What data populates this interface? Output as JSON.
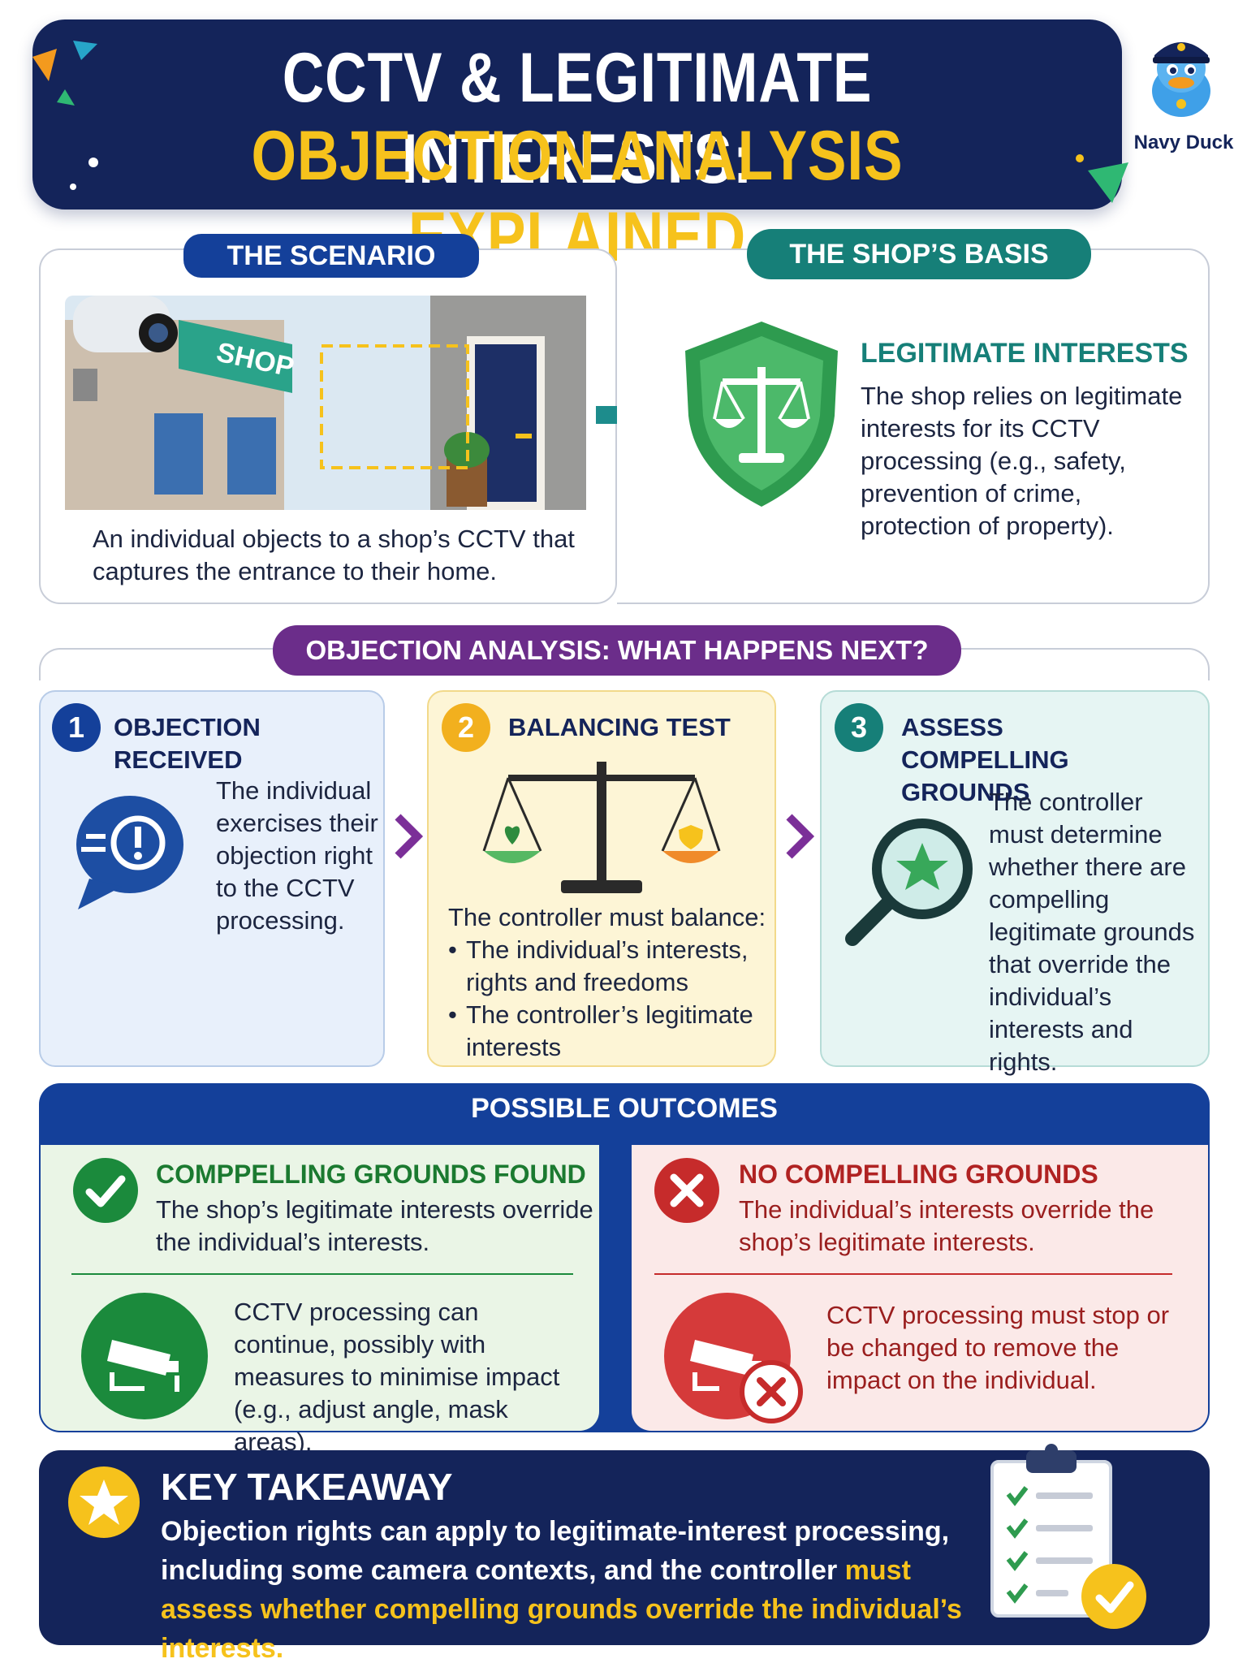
{
  "header": {
    "title_line1": "CCTV & LEGITIMATE INTERESTS:",
    "title_line2": "OBJECTION ANALYSIS EXPLAINED",
    "brand": "Navy Duck"
  },
  "scenario": {
    "label": "THE SCENARIO",
    "shop_sign": "SHOP",
    "text": "An individual objects to a shop’s CCTV that captures the entrance to their home."
  },
  "basis": {
    "label": "THE SHOP’S BASIS",
    "heading": "LEGITIMATE INTERESTS",
    "text": "The shop relies on legitimate interests for its CCTV processing (e.g., safety, prevention of crime, protection of property)."
  },
  "analysis": {
    "label": "OBJECTION ANALYSIS: WHAT HAPPENS NEXT?",
    "steps": [
      {
        "num": "1",
        "title": "OBJECTION RECEIVED",
        "text": "The individual exercises their objection right to the CCTV processing."
      },
      {
        "num": "2",
        "title": "BALANCING TEST",
        "intro": "The controller must balance:",
        "bullets": [
          "The individual’s interests, rights and freedoms",
          "The controller’s legitimate interests"
        ]
      },
      {
        "num": "3",
        "title": "ASSESS COMPELLING GROUNDS",
        "text": "The controller must determine whether there are compelling legitimate grounds that override the individual’s interests and rights."
      }
    ]
  },
  "outcomes": {
    "label": "POSSIBLE OUTCOMES",
    "found": {
      "title": "COMPPELLING GROUNDS FOUND",
      "text": "The shop’s legitimate interests override the individual’s interests.",
      "result": "CCTV processing can continue, possibly with measures to minimise impact (e.g., adjust angle, mask areas)."
    },
    "none": {
      "title": "NO COMPELLING GROUNDS",
      "text": "The individual’s interests override the shop’s legitimate interests.",
      "result": "CCTV processing must stop or be changed to remove the impact on the individual."
    }
  },
  "takeaway": {
    "title": "KEY TAKEAWAY",
    "text_plain": "Objection rights can apply to legitimate-interest processing, including some camera contexts, and the controller",
    "text_highlight": "must assess whether compelling grounds override the individual’s interests."
  },
  "colors": {
    "navy": "#14245a",
    "gold": "#f6c21c",
    "teal": "#167f78",
    "purple": "#6b2d8a",
    "green": "#1b8a3c",
    "red": "#c62b2b"
  }
}
